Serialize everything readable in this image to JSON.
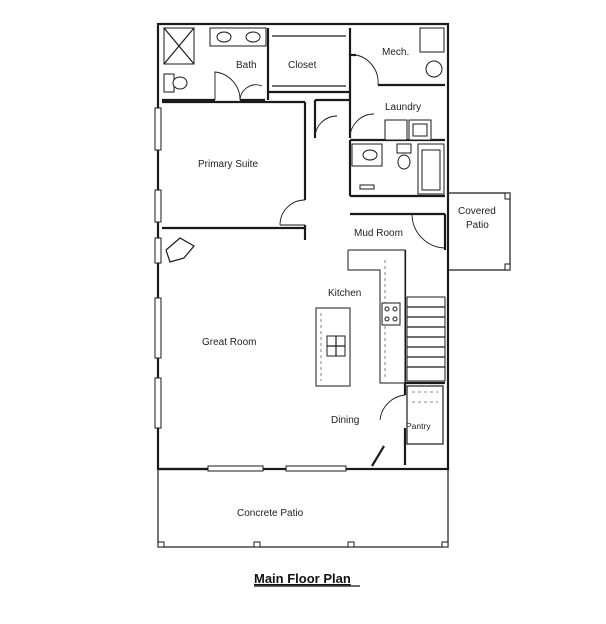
{
  "rooms": {
    "bath": "Bath",
    "closet": "Closet",
    "mech": "Mech.",
    "laundry": "Laundry",
    "primary_suite": "Primary Suite",
    "covered_patio_line1": "Covered",
    "covered_patio_line2": "Patio",
    "mud_room": "Mud Room",
    "kitchen": "Kitchen",
    "great_room": "Great Room",
    "dining": "Dining",
    "pantry": "Pantry",
    "concrete_patio": "Concrete Patio"
  },
  "caption": "Main Floor Plan"
}
